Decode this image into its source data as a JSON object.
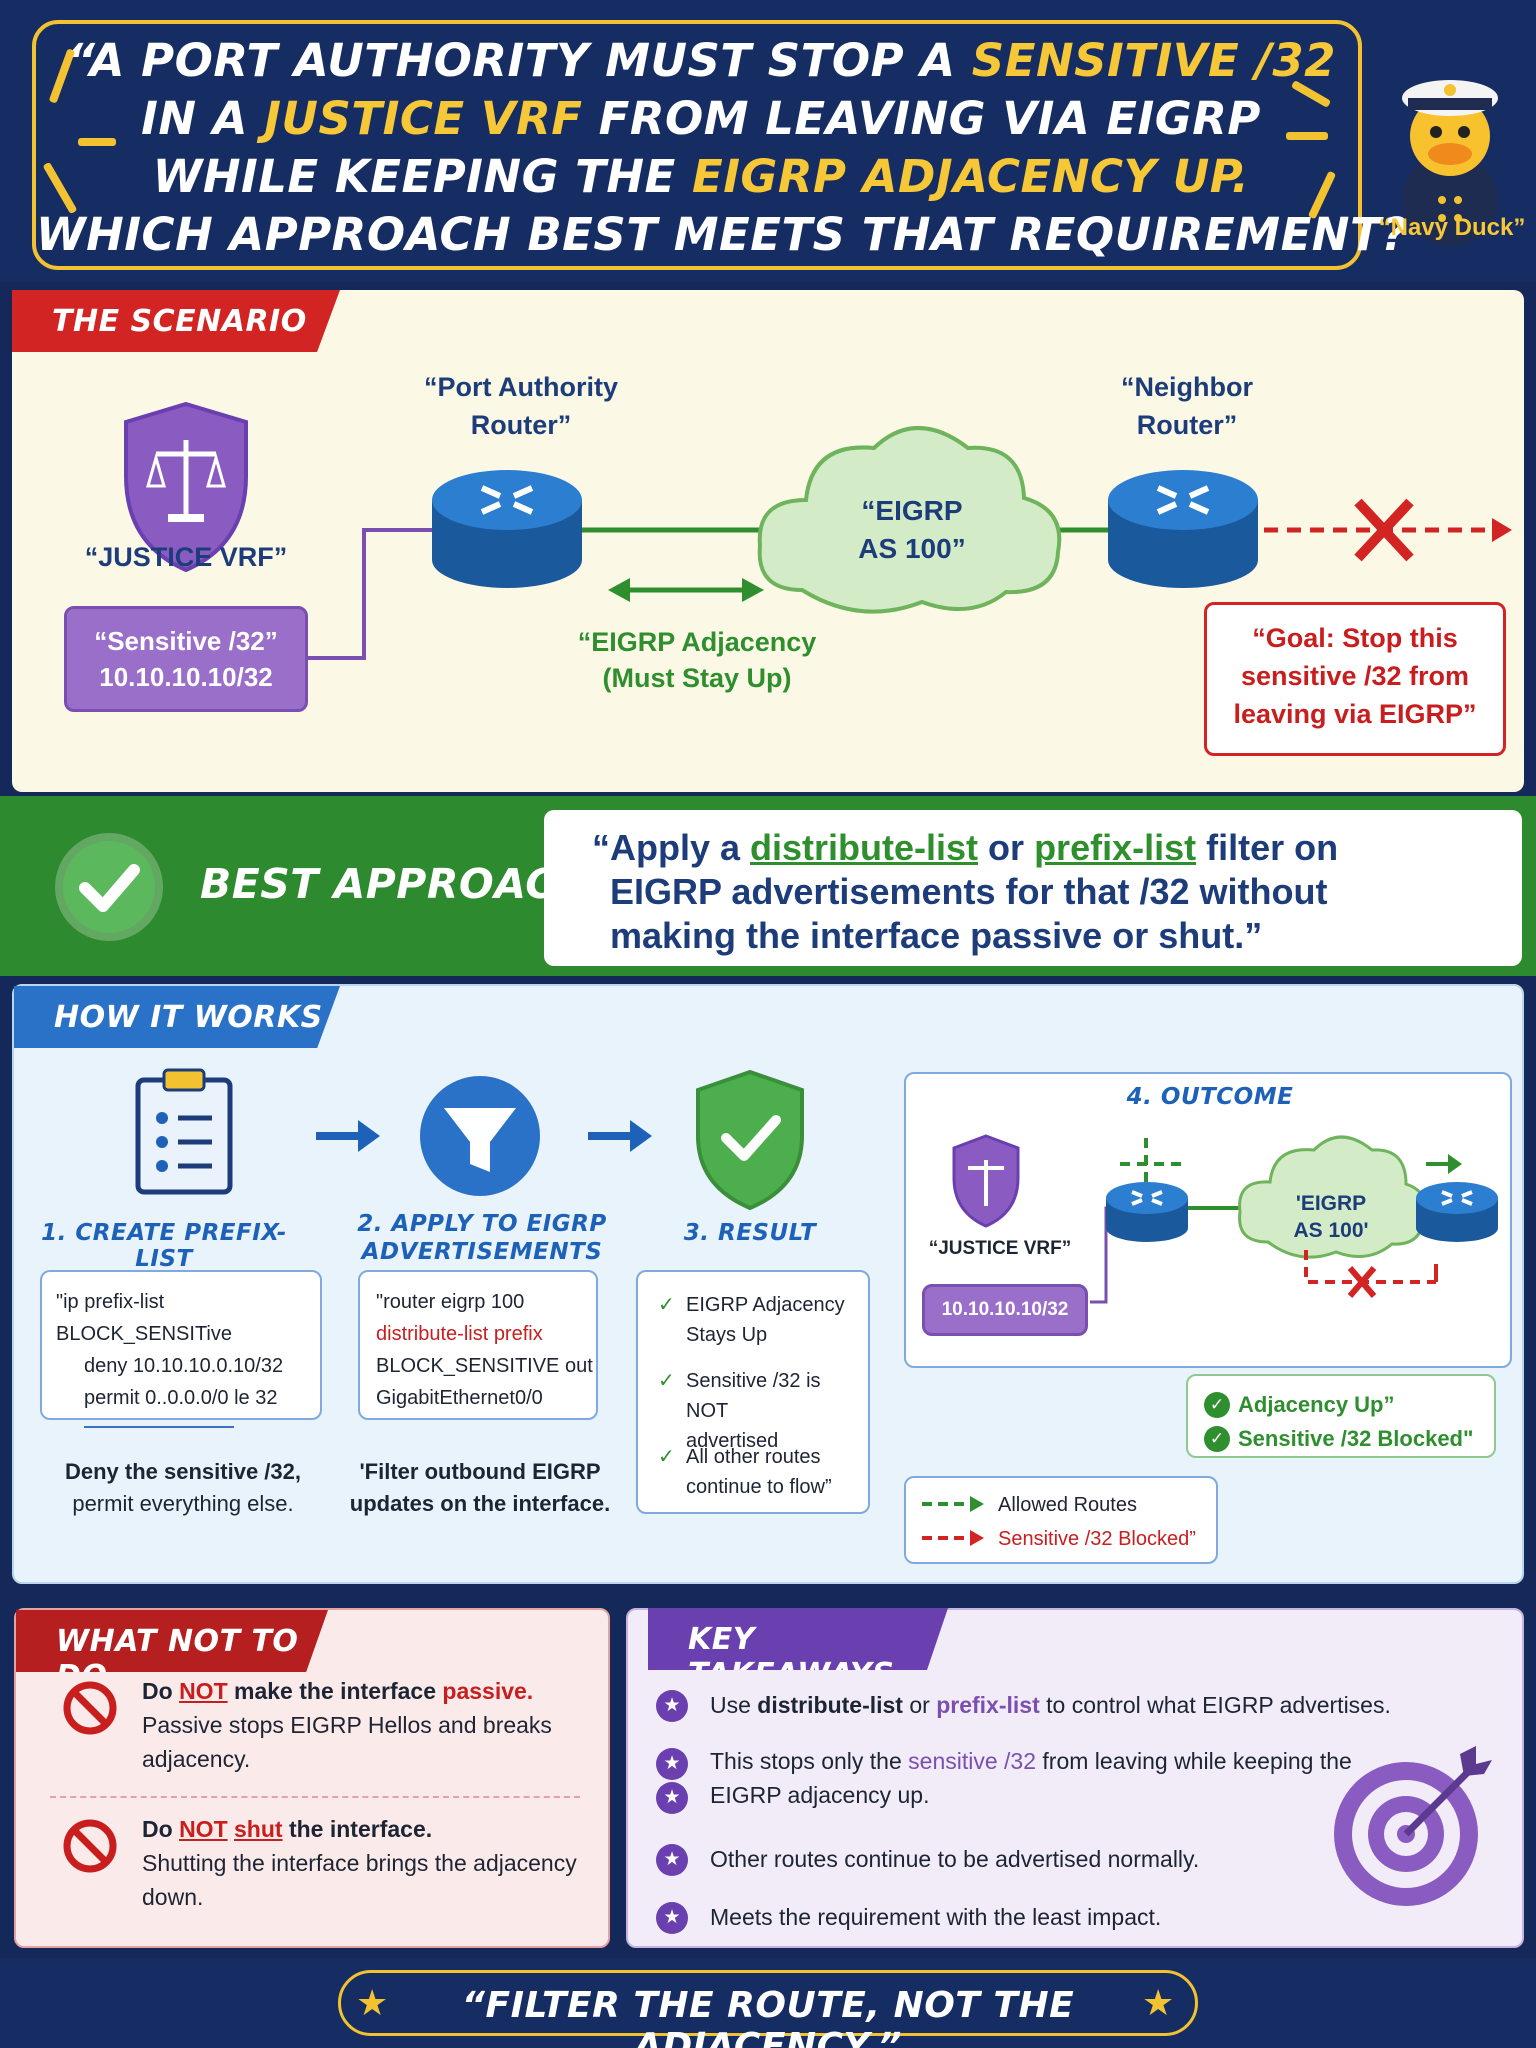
{
  "header": {
    "line1_pre": "“A PORT AUTHORITY MUST STOP A ",
    "line1_hl": "SENSITIVE /32",
    "line2_pre": "IN A ",
    "line2_hl": "JUSTICE VRF",
    "line2_post": " FROM LEAVING VIA EIGRP",
    "line3_pre": "WHILE KEEPING THE ",
    "line3_hl": "EIGRP ADJACENCY UP.",
    "line4": "WHICH APPROACH BEST MEETS THAT REQUIREMENT?",
    "duck_label": "“Navy Duck”"
  },
  "scenario": {
    "tab": "THE SCENARIO",
    "vrf_label": "“JUSTICE VRF”",
    "sensitive_l1": "“Sensitive /32”",
    "sensitive_l2": "10.10.10.10/32",
    "pa_router_l1": "“Port Authority",
    "pa_router_l2": "Router”",
    "cloud_l1": "“EIGRP",
    "cloud_l2": "AS 100”",
    "neighbor_l1": "“Neighbor",
    "neighbor_l2": "Router”",
    "adj_l1": "“EIGRP Adjacency",
    "adj_l2": "(Must Stay Up)",
    "goal_l1": "“Goal: Stop this",
    "goal_l2": "sensitive /32 from",
    "goal_l3": "leaving via EIGRP”"
  },
  "best": {
    "label": "BEST APPROACH",
    "t1": "“Apply a ",
    "t2": "distribute-list",
    "t3": " or ",
    "t4": "prefix-list",
    "t5": " filter on",
    "line2": "EIGRP advertisements for that /32 without",
    "line3": "making the interface passive or shut.”"
  },
  "how": {
    "tab": "HOW IT WORKS",
    "step1_title": "1. CREATE PREFIX-LIST",
    "step1_code": [
      "\"ip prefix-list BLOCK_SENSITive",
      "deny 10.10.10.0.10/32",
      "permit 0..0.0.0/0 le 32"
    ],
    "step1_cap_l1": "Deny the sensitive /32,",
    "step1_cap_l2": "permit everything else.",
    "step2_title_l1": "2. APPLY TO EIGRP",
    "step2_title_l2": "ADVERTISEMENTS",
    "step2_code": [
      "\"router eigrp 100",
      "distribute-list prefix",
      "BLOCK_SENSITIVE out",
      "GigabitEthernet0/0"
    ],
    "step2_cap_l1": "'Filter outbound EIGRP",
    "step2_cap_l2": "updates on the interface.",
    "step3_title": "3. RESULT",
    "step3_items": [
      [
        "EIGRP Adjacency",
        "Stays Up"
      ],
      [
        "Sensitive /32 is NOT",
        "advertised"
      ],
      [
        "All other routes",
        "continue to flow”"
      ]
    ],
    "outcome_title": "4. OUTCOME",
    "outcome_vrf": "“JUSTICE VRF”",
    "outcome_ip": "10.10.10.10/32",
    "outcome_cloud_l1": "'EIGRP",
    "outcome_cloud_l2": "AS 100'",
    "outcome_ok1": "Adjacency Up”",
    "outcome_ok2": "Sensitive /32 Blocked\"",
    "legend_allowed": "Allowed Routes",
    "legend_blocked": "Sensitive /32 Blocked”"
  },
  "notdo": {
    "tab": "WHAT NOT TO DO",
    "i1_pre": "Do ",
    "i1_not": "NOT",
    "i1_mid": " make the interface ",
    "i1_key": "passive.",
    "i1_l2": "Passive stops EIGRP Hellos and breaks",
    "i1_l3": "adjacency.",
    "i2_pre": "Do ",
    "i2_not": "NOT",
    "i2_key": "shut",
    "i2_post": " the interface.",
    "i2_l2": "Shutting the interface brings the adjacency",
    "i2_l3": "down."
  },
  "keys": {
    "tab": "KEY TAKEAWAYS",
    "k1_pre": "Use ",
    "k1_b": "distribute-list",
    "k1_mid": " or ",
    "k1_p": "prefix-list",
    "k1_post": " to control what EIGRP advertises.",
    "k2_pre": "This stops only the ",
    "k2_p": "sensitive /32",
    "k2_post": " from leaving while keeping the",
    "k2_l2": "EIGRP adjacency up.",
    "k3": "Other routes continue to be advertised normally.",
    "k4": "Meets the requirement with the least impact."
  },
  "footer": {
    "motto": "“FILTER THE ROUTE, NOT THE ADJACENCY.”"
  },
  "colors": {
    "navy": "#152d63",
    "gold": "#f2c230",
    "green": "#2e8a2e",
    "red": "#c81e1e",
    "purple": "#7b4fb0",
    "blue": "#1d62b8"
  }
}
